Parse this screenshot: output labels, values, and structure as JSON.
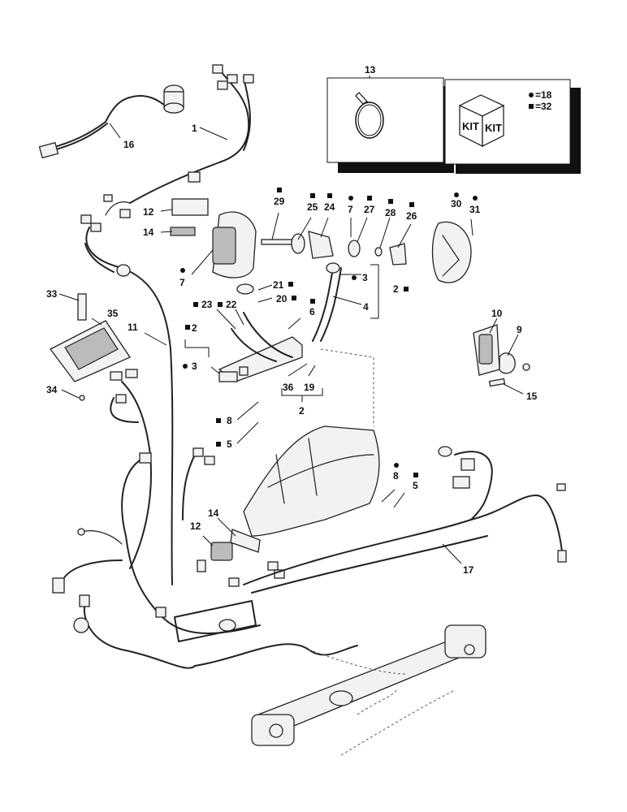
{
  "legend": {
    "box13_label": "13",
    "kit_word_1": "KIT",
    "kit_word_2": "KIT",
    "circle_key": "=18",
    "square_key": "=32"
  },
  "callouts": [
    {
      "id": "1",
      "text": "1",
      "marker": "none"
    },
    {
      "id": "16",
      "text": "16",
      "marker": "none"
    },
    {
      "id": "12a",
      "text": "12",
      "marker": "none"
    },
    {
      "id": "14a",
      "text": "14",
      "marker": "none"
    },
    {
      "id": "7a",
      "text": "7",
      "marker": "circle"
    },
    {
      "id": "29",
      "text": "29",
      "marker": "square"
    },
    {
      "id": "25",
      "text": "25",
      "marker": "square"
    },
    {
      "id": "24",
      "text": "24",
      "marker": "square"
    },
    {
      "id": "7b",
      "text": "7",
      "marker": "circle"
    },
    {
      "id": "27",
      "text": "27",
      "marker": "square"
    },
    {
      "id": "28",
      "text": "28",
      "marker": "square"
    },
    {
      "id": "26",
      "text": "26",
      "marker": "square"
    },
    {
      "id": "30",
      "text": "30",
      "marker": "circle"
    },
    {
      "id": "31",
      "text": "31",
      "marker": "circle"
    },
    {
      "id": "3a",
      "text": "3",
      "marker": "circle"
    },
    {
      "id": "2a",
      "text": "2",
      "marker": "square"
    },
    {
      "id": "4",
      "text": "4",
      "marker": "none"
    },
    {
      "id": "21",
      "text": "21",
      "marker": "square"
    },
    {
      "id": "20",
      "text": "20",
      "marker": "square"
    },
    {
      "id": "23",
      "text": "23",
      "marker": "square"
    },
    {
      "id": "22",
      "text": "22",
      "marker": "square"
    },
    {
      "id": "6",
      "text": "6",
      "marker": "square"
    },
    {
      "id": "33",
      "text": "33",
      "marker": "none"
    },
    {
      "id": "35",
      "text": "35",
      "marker": "none"
    },
    {
      "id": "11",
      "text": "11",
      "marker": "none"
    },
    {
      "id": "2b",
      "text": "2",
      "marker": "square"
    },
    {
      "id": "3b",
      "text": "3",
      "marker": "circle"
    },
    {
      "id": "34",
      "text": "34",
      "marker": "none"
    },
    {
      "id": "36",
      "text": "36",
      "marker": "none"
    },
    {
      "id": "19",
      "text": "19",
      "marker": "none"
    },
    {
      "id": "2c",
      "text": "2",
      "marker": "none"
    },
    {
      "id": "8a",
      "text": "8",
      "marker": "square"
    },
    {
      "id": "5a",
      "text": "5",
      "marker": "square"
    },
    {
      "id": "10",
      "text": "10",
      "marker": "none"
    },
    {
      "id": "9",
      "text": "9",
      "marker": "none"
    },
    {
      "id": "15",
      "text": "15",
      "marker": "none"
    },
    {
      "id": "8b",
      "text": "8",
      "marker": "circle"
    },
    {
      "id": "5b",
      "text": "5",
      "marker": "square"
    },
    {
      "id": "12b",
      "text": "12",
      "marker": "none"
    },
    {
      "id": "14b",
      "text": "14",
      "marker": "none"
    },
    {
      "id": "17",
      "text": "17",
      "marker": "none"
    }
  ]
}
